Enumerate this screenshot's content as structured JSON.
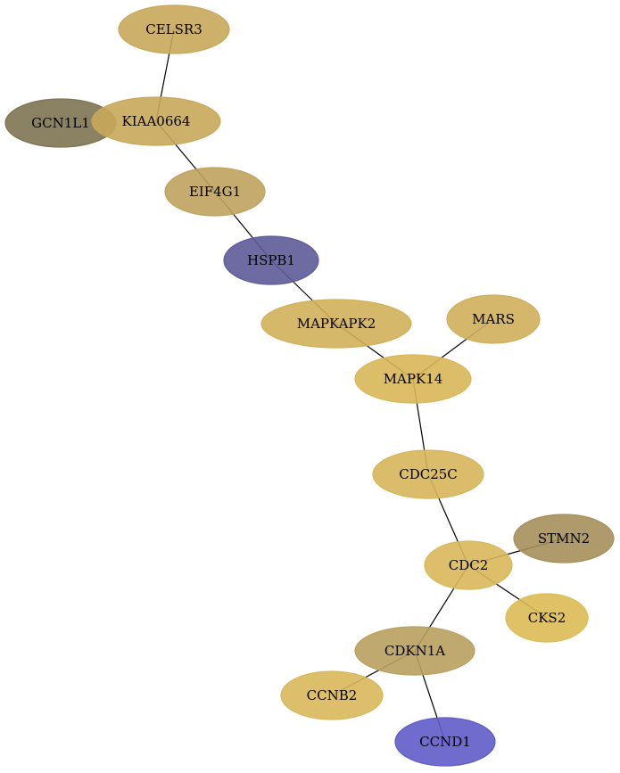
{
  "graph": {
    "nodes": [
      {
        "id": "CELSR3",
        "label": "CELSR3",
        "color": "#c8a85a"
      },
      {
        "id": "GCN1L1",
        "label": "GCN1L1",
        "color": "#7e7352"
      },
      {
        "id": "KIAA0664",
        "label": "KIAA0664",
        "color": "#c8a85a"
      },
      {
        "id": "EIF4G1",
        "label": "EIF4G1",
        "color": "#bfa35e"
      },
      {
        "id": "HSPB1",
        "label": "HSPB1",
        "color": "#5e5b99"
      },
      {
        "id": "MAPKAPK2",
        "label": "MAPKAPK2",
        "color": "#d0b05a"
      },
      {
        "id": "MARS",
        "label": "MARS",
        "color": "#cfaf5b"
      },
      {
        "id": "MAPK14",
        "label": "MAPK14",
        "color": "#d9b758"
      },
      {
        "id": "CDC25C",
        "label": "CDC25C",
        "color": "#d6b55a"
      },
      {
        "id": "STMN2",
        "label": "STMN2",
        "color": "#a58f5b"
      },
      {
        "id": "CDC2",
        "label": "CDC2",
        "color": "#d8b75b"
      },
      {
        "id": "CKS2",
        "label": "CKS2",
        "color": "#ddbb55"
      },
      {
        "id": "CDKN1A",
        "label": "CDKN1A",
        "color": "#b8a05f"
      },
      {
        "id": "CCNB2",
        "label": "CCNB2",
        "color": "#d9b75a"
      },
      {
        "id": "CCND1",
        "label": "CCND1",
        "color": "#5f5cc8"
      }
    ],
    "edges": [
      [
        "CELSR3",
        "KIAA0664"
      ],
      [
        "KIAA0664",
        "EIF4G1"
      ],
      [
        "EIF4G1",
        "HSPB1"
      ],
      [
        "HSPB1",
        "MAPKAPK2"
      ],
      [
        "MAPKAPK2",
        "MAPK14"
      ],
      [
        "MARS",
        "MAPK14"
      ],
      [
        "MAPK14",
        "CDC25C"
      ],
      [
        "CDC25C",
        "CDC2"
      ],
      [
        "CDC2",
        "STMN2"
      ],
      [
        "CDC2",
        "CKS2"
      ],
      [
        "CDC2",
        "CDKN1A"
      ],
      [
        "CDKN1A",
        "CCNB2"
      ],
      [
        "CDKN1A",
        "CCND1"
      ]
    ]
  }
}
